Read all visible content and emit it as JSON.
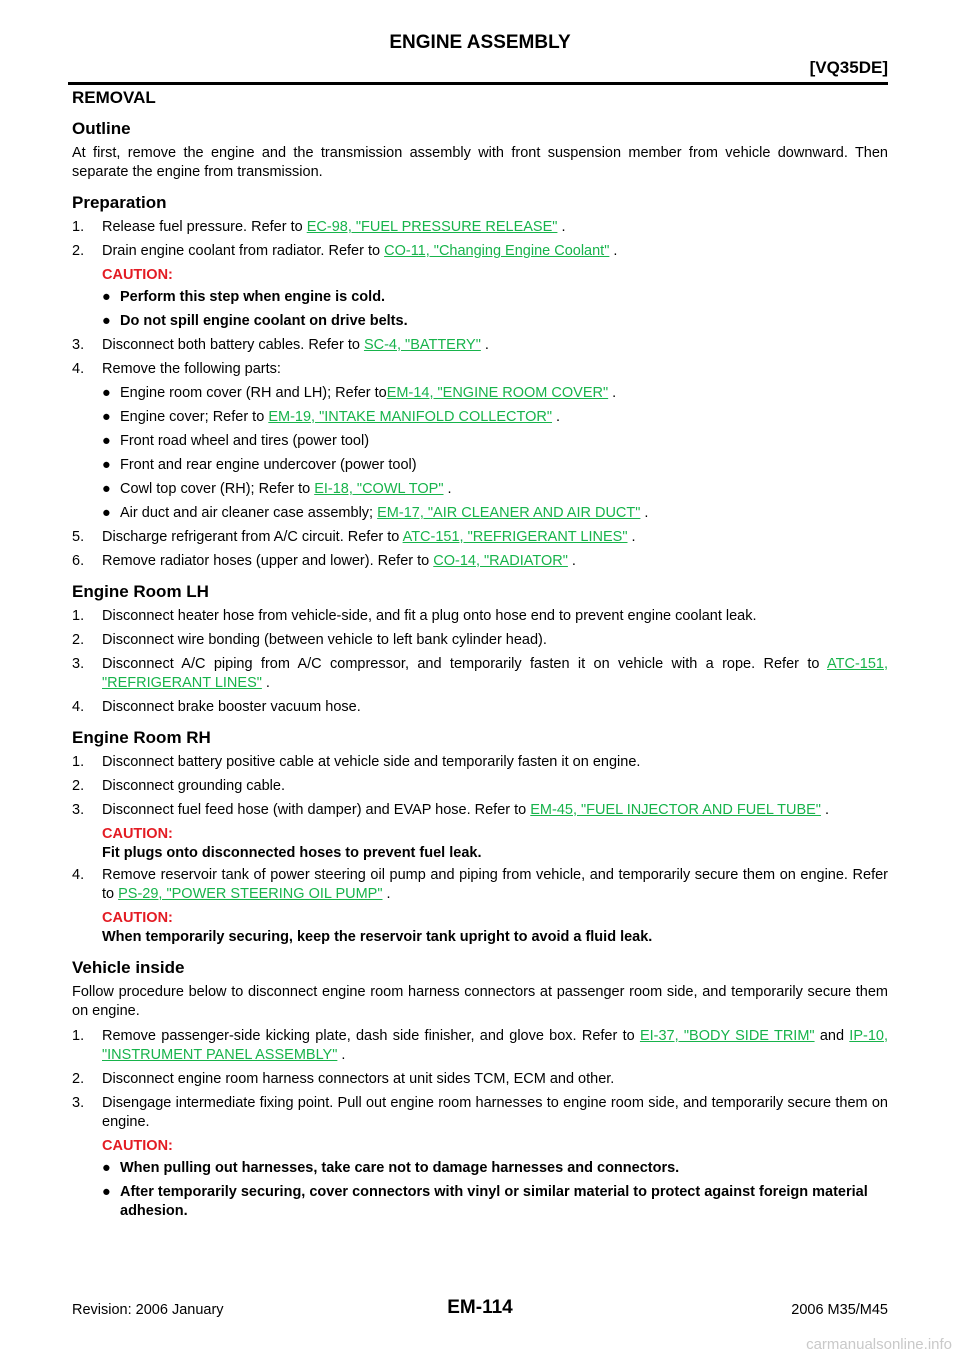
{
  "header": {
    "title": "ENGINE ASSEMBLY",
    "model": "[VQ35DE]"
  },
  "removal": {
    "heading": "REMOVAL",
    "outline": {
      "title": "Outline",
      "text": "At first, remove the engine and the transmission assembly with front suspension member from vehicle downward. Then separate the engine from transmission."
    },
    "preparation": {
      "title": "Preparation",
      "s1_num": "1.",
      "s1_text": "Release fuel pressure. Refer to",
      "s1_link": "EC-98, \"FUEL PRESSURE RELEASE\"",
      "s2_num": "2.",
      "s2_text": "Drain engine coolant from radiator. Refer to",
      "s2_link": "CO-11, \"Changing Engine Coolant\"",
      "caution_label": "CAUTION:",
      "c1": "Perform this step when engine is cold.",
      "c2": "Do not spill engine coolant on drive belts.",
      "s3_num": "3.",
      "s3_text": "Disconnect both battery cables. Refer to",
      "s3_link": "SC-4, \"BATTERY\"",
      "s4_num": "4.",
      "s4_text": "Remove the following parts:",
      "p1_text": "Engine room cover (RH and LH); Refer to",
      "p1_link": "EM-14, \"ENGINE ROOM COVER\"",
      "p2_text": "Engine cover; Refer to",
      "p2_link": "EM-19, \"INTAKE MANIFOLD COLLECTOR\"",
      "p3_text": "Front road wheel and tires (power tool)",
      "p4_text": "Front and rear engine undercover (power tool)",
      "p5_text": "Cowl top cover (RH); Refer to",
      "p5_link": "EI-18, \"COWL TOP\"",
      "p6_text": "Air duct and air cleaner case assembly;",
      "p6_link": "EM-17, \"AIR CLEANER AND AIR DUCT\"",
      "s5_num": "5.",
      "s5_text": "Discharge refrigerant from A/C circuit. Refer to",
      "s5_link": "ATC-151, \"REFRIGERANT LINES\"",
      "s6_num": "6.",
      "s6_text": "Remove radiator hoses (upper and lower). Refer to",
      "s6_link": "CO-14, \"RADIATOR\""
    },
    "room_lh": {
      "title": "Engine Room LH",
      "s1_num": "1.",
      "s1_text": "Disconnect heater hose from vehicle-side, and fit a plug onto hose end to prevent engine coolant leak.",
      "s2_num": "2.",
      "s2_text": "Disconnect wire bonding (between vehicle to left bank cylinder head).",
      "s3_num": "3.",
      "s3_text": "Disconnect A/C piping from A/C compressor, and temporarily fasten it on vehicle with a rope. Refer to",
      "s3_link": "ATC-151, \"REFRIGERANT LINES\"",
      "s4_num": "4.",
      "s4_text": "Disconnect brake booster vacuum hose."
    },
    "room_rh": {
      "title": "Engine Room RH",
      "s1_num": "1.",
      "s1_text": "Disconnect battery positive cable at vehicle side and temporarily fasten it on engine.",
      "s2_num": "2.",
      "s2_text": "Disconnect grounding cable.",
      "s3_num": "3.",
      "s3_text": "Disconnect fuel feed hose (with damper) and EVAP hose. Refer to",
      "s3_link": "EM-45, \"FUEL INJECTOR AND FUEL TUBE\"",
      "caution1_label": "CAUTION:",
      "caution1_text": "Fit plugs onto disconnected hoses to prevent fuel leak.",
      "s4_num": "4.",
      "s4_text": "Remove reservoir tank of power steering oil pump and piping from vehicle, and temporarily secure them on engine. Refer to",
      "s4_link": "PS-29, \"POWER STEERING OIL PUMP\"",
      "caution2_label": "CAUTION:",
      "caution2_text": "When temporarily securing, keep the reservoir tank upright to avoid a fluid leak."
    },
    "inside": {
      "title": "Vehicle inside",
      "intro": "Follow procedure below to disconnect engine room harness connectors at passenger room side, and temporarily secure them on engine.",
      "s1_num": "1.",
      "s1_text": "Remove passenger-side kicking plate, dash side finisher, and glove box. Refer to",
      "s1_link1": "EI-37, \"BODY SIDE TRIM\"",
      "s1_and": "and",
      "s1_link2": "IP-10, \"INSTRUMENT PANEL ASSEMBLY\"",
      "s2_num": "2.",
      "s2_text": "Disconnect engine room harness connectors at unit sides TCM, ECM and other.",
      "s3_num": "3.",
      "s3_text": "Disengage intermediate fixing point. Pull out engine room harnesses to engine room side, and temporarily secure them on engine.",
      "caution_label": "CAUTION:",
      "c1": "When pulling out harnesses, take care not to damage harnesses and connectors.",
      "c2": "After temporarily securing, cover connectors with vinyl or similar material to protect against foreign material adhesion."
    }
  },
  "footer": {
    "revision": "Revision: 2006 January",
    "page": "EM-114",
    "model": "2006 M35/M45"
  },
  "watermark": "carmanualsonline.info",
  "colors": {
    "link": "#17b34b",
    "caution": "#e31b23"
  }
}
